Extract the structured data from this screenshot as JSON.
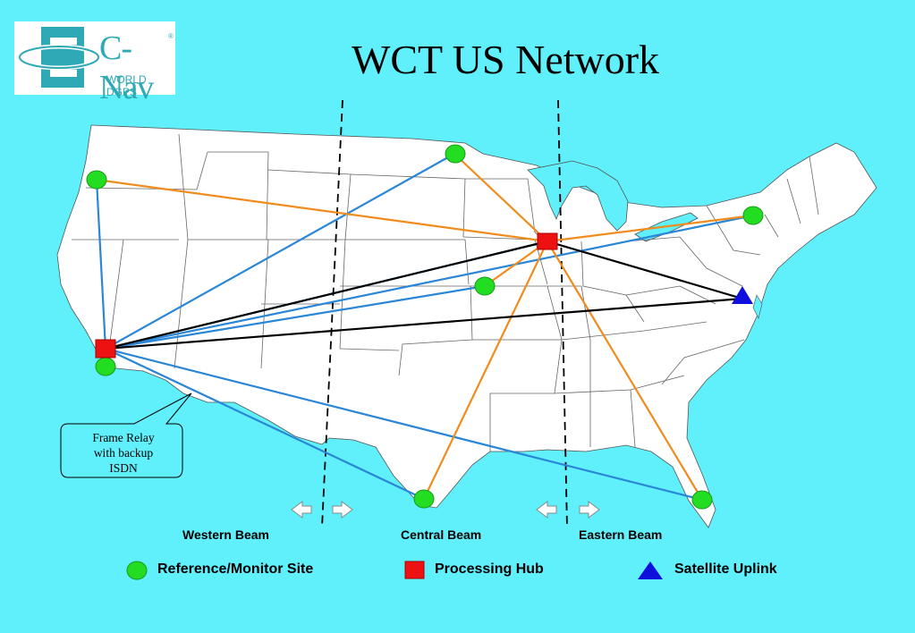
{
  "logo": {
    "name": "C-Nav",
    "registered": "®",
    "subtitle": "WORLD DGPS"
  },
  "title": "WCT US Network",
  "callout": {
    "line1": "Frame Relay",
    "line2": "with backup",
    "line3": "ISDN"
  },
  "beams": [
    "Western Beam",
    "Central Beam",
    "Eastern Beam"
  ],
  "legend": {
    "reference": "Reference/Monitor Site",
    "hub": "Processing Hub",
    "uplink": "Satellite Uplink"
  },
  "colors": {
    "background": "#5ff0fb",
    "land": "#ffffff",
    "reference_site": "#22dd22",
    "processing_hub": "#ee1111",
    "satellite_uplink": "#1010dd",
    "frame_relay_link": "#2a86d6",
    "central_link": "#f08c1e",
    "hub_link": "#000000"
  }
}
